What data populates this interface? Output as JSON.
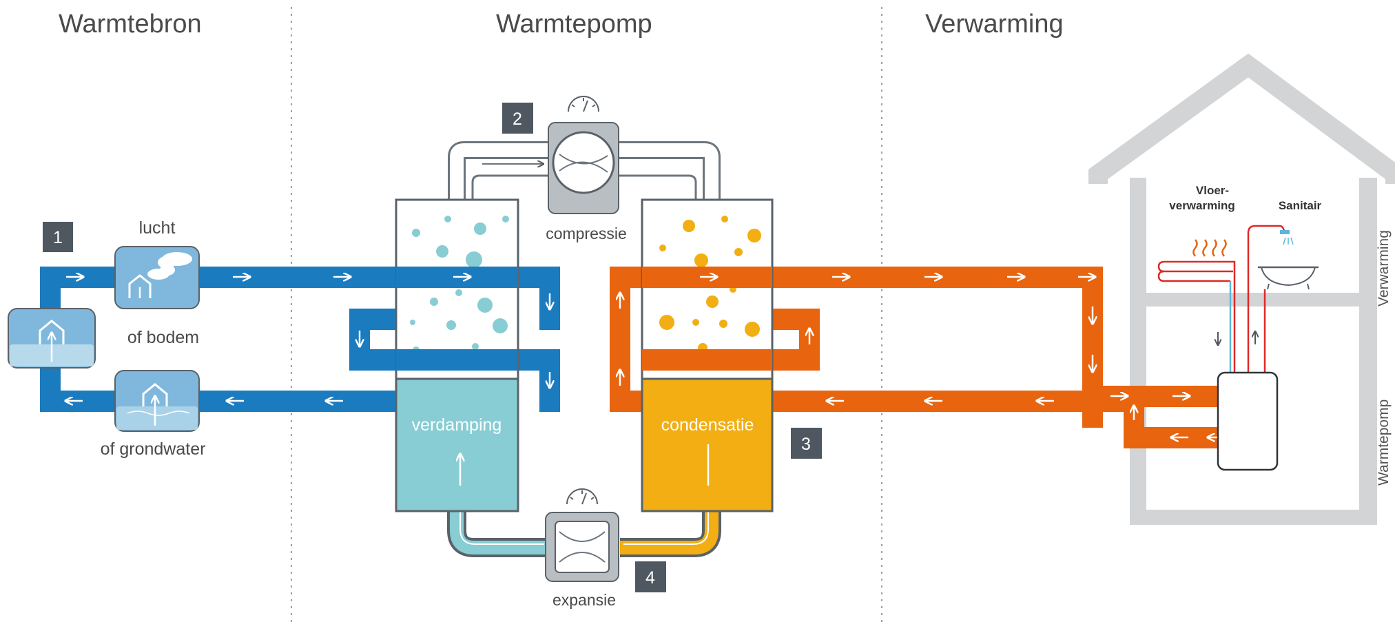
{
  "columns": {
    "source": "Warmtebron",
    "pump": "Warmtepomp",
    "heating": "Verwarming"
  },
  "steps": [
    "1",
    "2",
    "3",
    "4"
  ],
  "labels": {
    "air": "lucht",
    "ground": "of bodem",
    "groundwater": "of grondwater",
    "compression": "compressie",
    "evaporation": "verdamping",
    "condensation": "condensatie",
    "expansion": "expansie",
    "floor_heating_line1": "Vloer-",
    "floor_heating_line2": "verwarming",
    "sanitary": "Sanitair",
    "side_heating": "Verwarming",
    "side_heatpump": "Warmtepomp"
  },
  "colors": {
    "blue_loop": "#1a7bbf",
    "orange_loop": "#e8640e",
    "evaporator_fill": "#87cdd3",
    "condenser_fill": "#f2ae12",
    "house_outline": "#d2d4d6",
    "step_badge": "#4f5861",
    "heading_text": "#4a4a4a"
  }
}
